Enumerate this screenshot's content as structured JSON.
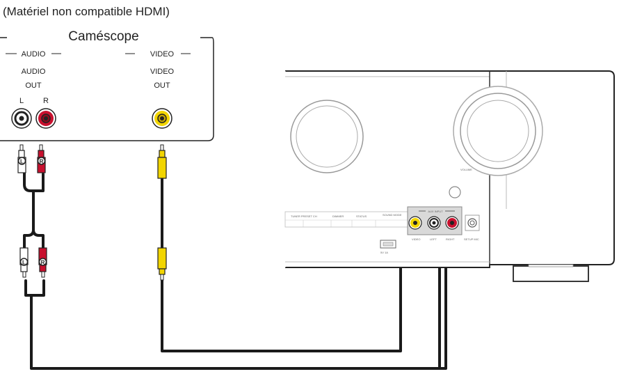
{
  "header_note": "(Matériel non compatible HDMI)",
  "camcorder": {
    "title": "Caméscope",
    "audio_group": "AUDIO",
    "video_group": "VIDEO",
    "audio_out_line1": "AUDIO",
    "audio_out_line2": "OUT",
    "video_out_line1": "VIDEO",
    "video_out_line2": "OUT",
    "jack_left": "L",
    "jack_right": "R"
  },
  "plugs": {
    "left_marker": "L",
    "right_marker": "R"
  },
  "receiver": {
    "input_group": "AUX INPUT",
    "input_video": "VIDEO",
    "input_left": "LEFT",
    "input_right": "RIGHT",
    "setup_mic": "SETUP MIC",
    "tuner_preset": "TUNER PRESET CH",
    "dimmer": "DIMMER",
    "status": "STATUS",
    "sound_mode": "SOUND MODE",
    "volume": "VOLUME",
    "usb_rating": "5V 1A"
  },
  "colors": {
    "line": "#222222",
    "red_jack": "#c8102e",
    "yellow_jack": "#f2d500",
    "panel_gray": "#d9d9d9",
    "cable": "#1a1a1a"
  }
}
